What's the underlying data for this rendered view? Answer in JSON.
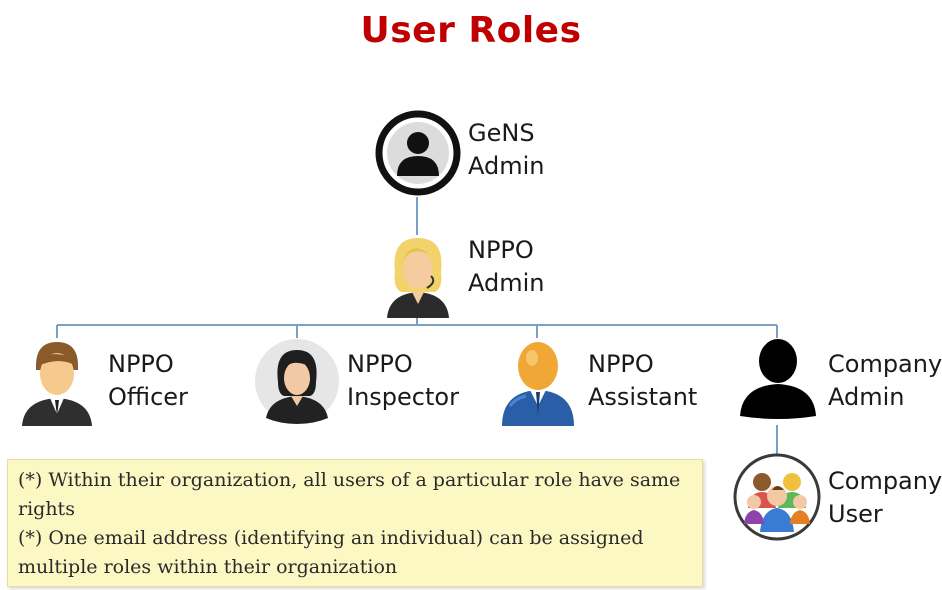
{
  "title": "User Roles",
  "roles": {
    "gens_admin": {
      "line1": "GeNS",
      "line2": "Admin",
      "icon": "user-silhouette-circle-icon"
    },
    "nppo_admin": {
      "line1": "NPPO",
      "line2": "Admin",
      "icon": "woman-blonde-headset-icon"
    },
    "nppo_officer": {
      "line1": "NPPO",
      "line2": "Officer",
      "icon": "man-suit-icon"
    },
    "nppo_inspector": {
      "line1": "NPPO",
      "line2": "Inspector",
      "icon": "woman-dark-hair-icon"
    },
    "nppo_assistant": {
      "line1": "NPPO",
      "line2": "Assistant",
      "icon": "man-blue-suit-icon"
    },
    "company_admin": {
      "line1": "Company",
      "line2": "Admin",
      "icon": "black-user-silhouette-icon"
    },
    "company_user": {
      "line1": "Company",
      "line2": "User",
      "icon": "user-group-circle-icon"
    }
  },
  "notes": [
    "(*) Within their organization, all users of a particular role have same rights",
    "(*) One email address (identifying an individual) can be assigned multiple roles within their organization"
  ],
  "colors": {
    "title": "#c00000",
    "connector": "#7aa0c4",
    "note_background": "#fcf8c3"
  }
}
